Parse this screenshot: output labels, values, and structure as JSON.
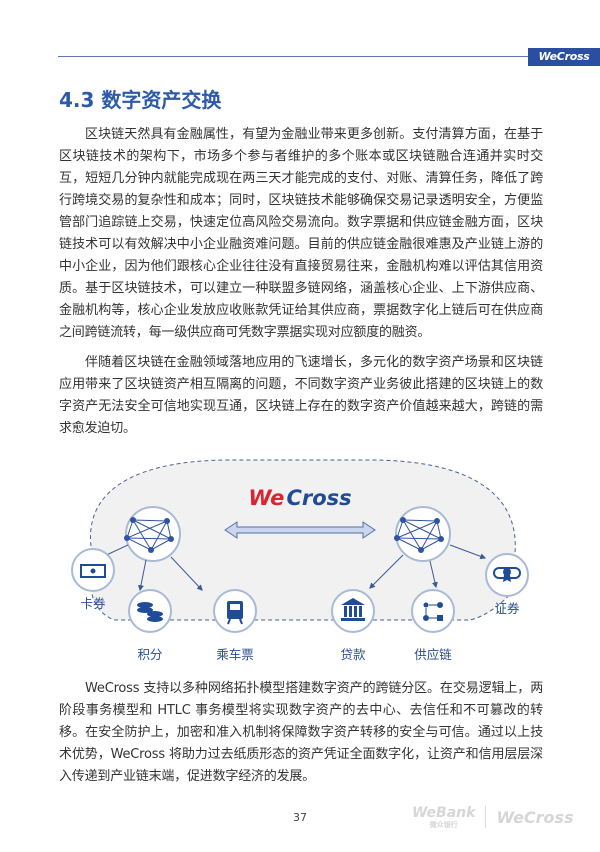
{
  "header": {
    "brand": "WeCross"
  },
  "section": {
    "title": "4.3 数字资产交换"
  },
  "paragraphs": [
    "区块链天然具有金融属性，有望为金融业带来更多创新。支付清算方面，在基于区块链技术的架构下，市场多个参与者维护的多个账本或区块链融合连通并实时交互，短短几分钟内就能完成现在两三天才能完成的支付、对账、清算任务，降低了跨行跨境交易的复杂性和成本；同时，区块链技术能够确保交易记录透明安全，方便监管部门追踪链上交易，快速定位高风险交易流向。数字票据和供应链金融方面，区块链技术可以有效解决中小企业融资难问题。目前的供应链金融很难惠及产业链上游的中小企业，因为他们跟核心企业往往没有直接贸易往来，金融机构难以评估其信用资质。基于区块链技术，可以建立一种联盟多链网络，涵盖核心企业、上下游供应商、金融机构等，核心企业发放应收账款凭证给其供应商，票据数字化上链后可在供应商之间跨链流转，每一级供应商可凭数字票据实现对应额度的融资。",
    "伴随着区块链在金融领域落地应用的飞速增长，多元化的数字资产场景和区块链应用带来了区块链资产相互隔离的问题，不同数字资产业务彼此搭建的区块链上的数字资产无法安全可信地实现互通，区块链上存在的数字资产价值越来越大，跨链的需求愈发迫切。",
    "WeCross 支持以多种网络拓扑模型搭建数字资产的跨链分区。在交易逻辑上，两阶段事务模型和 HTLC 事务模型将实现数字资产的去中心、去信任和不可篡改的转移。在安全防护上，加密和准入机制将保障数字资产转移的安全与可信。通过以上技术优势，WeCross 将助力过去纸质形态的资产凭证全面数字化，让资产和信用层层深入传递到产业链末端，促进数字经济的发展。"
  ],
  "diagram": {
    "logo": {
      "we": "We",
      "cross": "Cross"
    },
    "nodes": {
      "card": "卡券",
      "points": "积分",
      "ticket": "乘车票",
      "loan": "贷款",
      "supply": "供应链",
      "securities": "证券"
    }
  },
  "footer": {
    "page": "37",
    "logo1": "WeBank",
    "logo1_sub": "微众银行",
    "logo2": "WeCross"
  },
  "colors": {
    "accent": "#2d5aa8",
    "badge": "#2a4ea0",
    "logo_red": "#d7262e",
    "logo_blue": "#1f4b99"
  }
}
